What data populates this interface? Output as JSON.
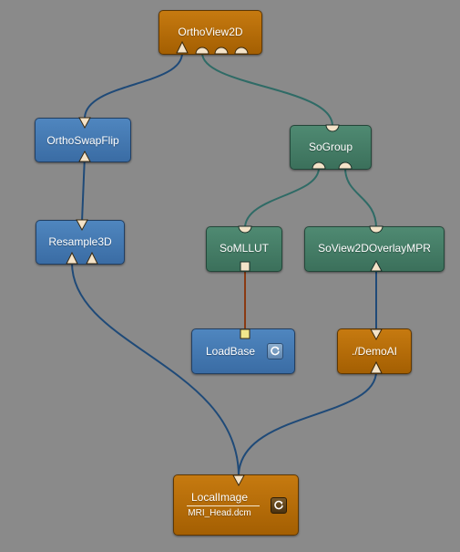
{
  "colors": {
    "background": "#8a8a8a",
    "module_macro": "#b56b08",
    "module_ml": "#4a7db4",
    "module_inventor": "#467d66",
    "connection_image": "#1f4a78",
    "connection_scene": "#2f6b66",
    "connection_base": "#8a3a12",
    "connector_fill": "#f4e3c8",
    "base_connector_fill": "#f0e68c"
  },
  "modules": {
    "orthoview2d": {
      "label": "OrthoView2D"
    },
    "orthoswapflip": {
      "label": "OrthoSwapFlip"
    },
    "resample3d": {
      "label": "Resample3D"
    },
    "sogroup": {
      "label": "SoGroup"
    },
    "somllut": {
      "label": "SoMLLUT"
    },
    "soview2doverlaympr": {
      "label": "SoView2DOverlayMPR"
    },
    "loadbase": {
      "label": "LoadBase",
      "button_icon": "reload-icon"
    },
    "demoai": {
      "label": "./DemoAI"
    },
    "localimage": {
      "label": "LocalImage",
      "sublabel": "MRI_Head.dcm",
      "button_icon": "reload-icon"
    }
  },
  "connections": [
    {
      "from": "orthoview2d.in0",
      "to": "orthoswapflip.out0",
      "type": "image"
    },
    {
      "from": "orthoview2d.in1",
      "to": "sogroup.out0",
      "type": "scene"
    },
    {
      "from": "orthoswapflip.in0",
      "to": "resample3d.out0",
      "type": "image"
    },
    {
      "from": "sogroup.in0",
      "to": "somllut.out0",
      "type": "scene"
    },
    {
      "from": "sogroup.in1",
      "to": "soview2doverlaympr.out0",
      "type": "scene"
    },
    {
      "from": "somllut.in0",
      "to": "loadbase.out0",
      "type": "base"
    },
    {
      "from": "soview2doverlaympr.in0",
      "to": "demoai.out0",
      "type": "image"
    },
    {
      "from": "resample3d.in0",
      "to": "localimage.out0",
      "type": "image"
    },
    {
      "from": "demoai.in0",
      "to": "localimage.out0",
      "type": "image"
    }
  ]
}
